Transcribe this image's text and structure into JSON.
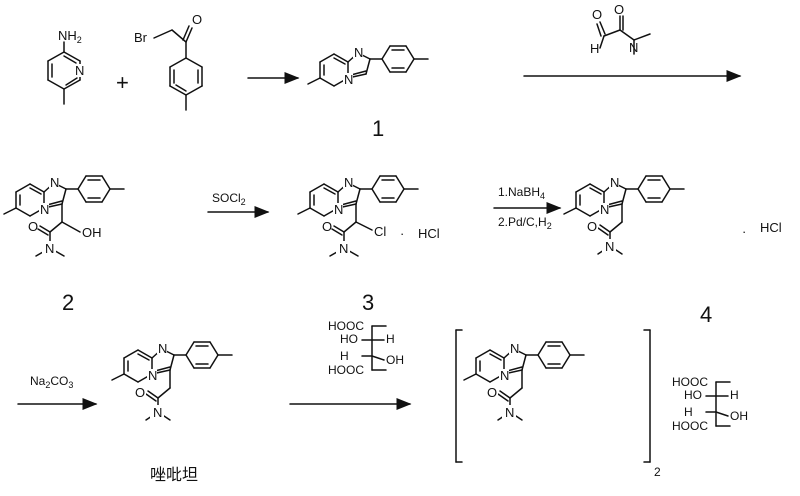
{
  "compound_labels": {
    "c1": "1",
    "c2": "2",
    "c3": "3",
    "c4": "4",
    "c5": "唑吡坦",
    "salt_sub": "2"
  },
  "reagents": {
    "r1_upper": "1.NaBH",
    "r1_upper_sub": "4",
    "r1_lower": "2.Pd/C,H",
    "r1_lower_sub": "2",
    "socl2": "SOCl",
    "socl2_sub": "2",
    "na2co3_a": "Na",
    "na2co3_sub1": "2",
    "na2co3_b": "CO",
    "na2co3_sub2": "3",
    "hcl": "HCl",
    "dot": "·",
    "plus": "+"
  },
  "atoms": {
    "N": "N",
    "NH": "NH",
    "NH_sub": "2",
    "Br": "Br",
    "O": "O",
    "OH": "OH",
    "HO": "HO",
    "Cl": "Cl",
    "H": "H",
    "HOOC": "HOOC"
  }
}
